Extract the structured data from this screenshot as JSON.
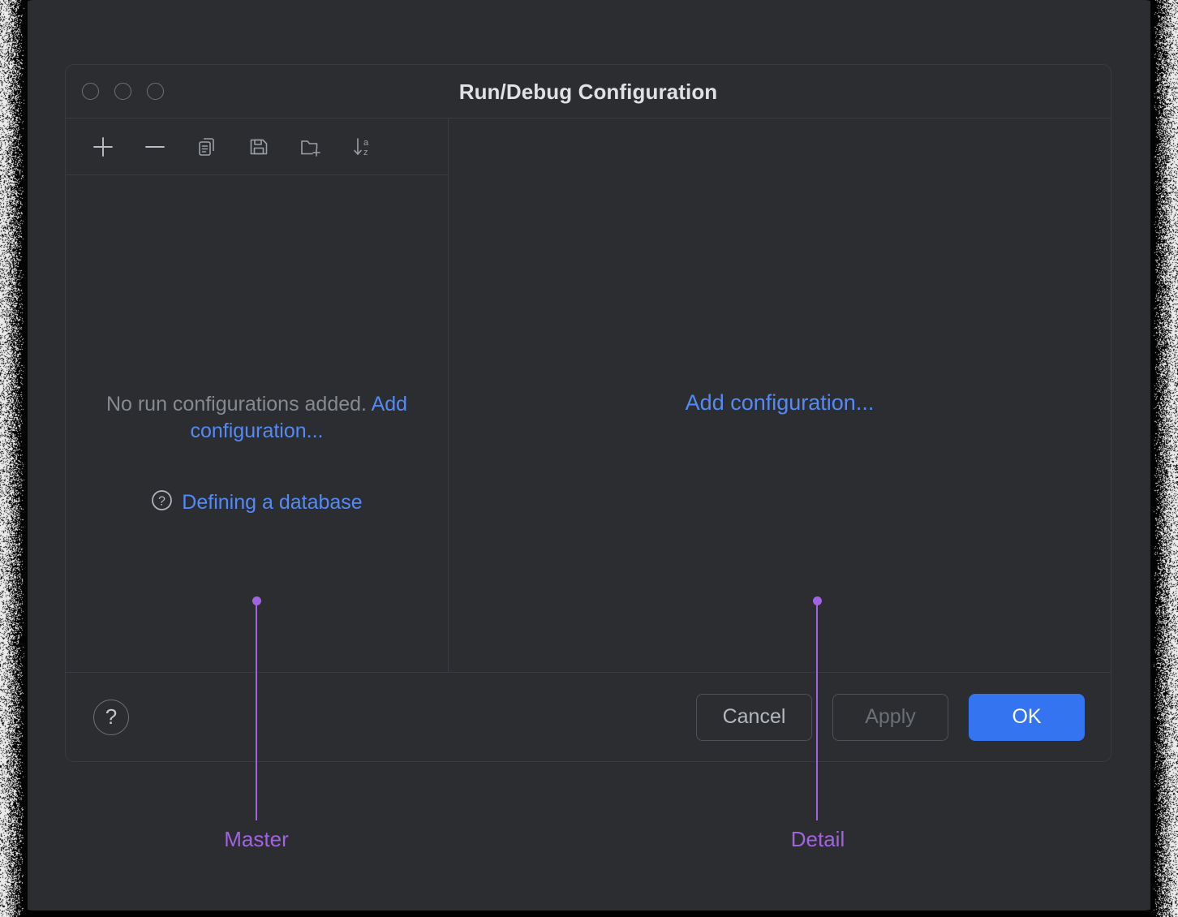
{
  "window": {
    "title": "Run/Debug Configuration",
    "traffic_lights": [
      "close-button",
      "minimize-button",
      "zoom-button"
    ]
  },
  "toolbar": {
    "items": [
      {
        "name": "add-configuration-button",
        "icon": "plus-icon",
        "tooltip": "Add New Configuration"
      },
      {
        "name": "remove-configuration-button",
        "icon": "minus-icon",
        "tooltip": "Remove Configuration"
      },
      {
        "name": "copy-configuration-button",
        "icon": "copy-icon",
        "tooltip": "Copy Configuration"
      },
      {
        "name": "save-configuration-button",
        "icon": "save-icon",
        "tooltip": "Save Configuration"
      },
      {
        "name": "new-folder-button",
        "icon": "new-folder-icon",
        "tooltip": "Create New Folder"
      },
      {
        "name": "sort-button",
        "icon": "sort-az-icon",
        "tooltip": "Sort Configurations"
      }
    ]
  },
  "master": {
    "empty_message": "No run configurations added. ",
    "add_link": "Add configuration...",
    "help_link": "Defining a database",
    "help_icon": "question-circle-icon"
  },
  "detail": {
    "add_link": "Add configuration..."
  },
  "footer": {
    "help_button": "?",
    "cancel_label": "Cancel",
    "apply_label": "Apply",
    "apply_disabled": true,
    "ok_label": "OK"
  },
  "annotations": [
    {
      "label": "Master"
    },
    {
      "label": "Detail"
    }
  ],
  "colors": {
    "page_background": "#2B2D30",
    "dialog_background": "#2B2D30",
    "border": "#393B40",
    "text_primary": "#DFE1E5",
    "text_muted": "#868A91",
    "link_blue": "#548AF7",
    "accent_blue": "#3574F0",
    "annotation_purple": "#A263E0"
  }
}
